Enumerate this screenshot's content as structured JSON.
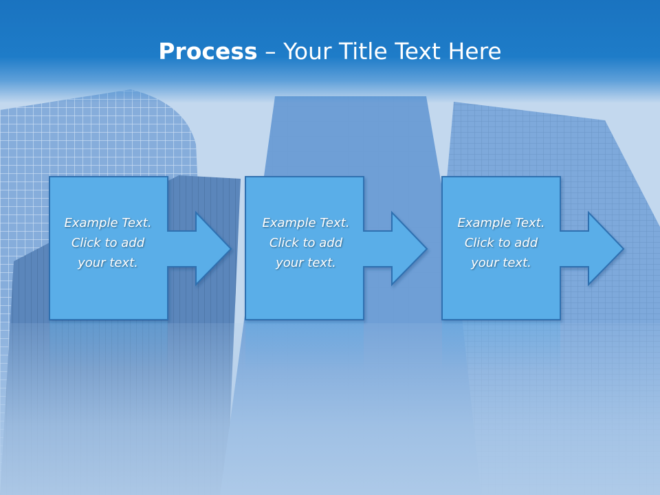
{
  "slide": {
    "title_bold": "Process",
    "title_rest": " – Your Title Text Here"
  },
  "steps": [
    {
      "line1": "Example Text.",
      "line2": "Click  to add",
      "line3": "your text."
    },
    {
      "line1": "Example Text.",
      "line2": "Click  to add",
      "line3": "your text."
    },
    {
      "line1": "Example Text.",
      "line2": "Click  to add",
      "line3": "your text."
    }
  ],
  "colors": {
    "title_band": "#1e7cc8",
    "box_fill": "#5aaee8",
    "box_stroke": "#2f6fb0",
    "text": "#ffffff"
  }
}
